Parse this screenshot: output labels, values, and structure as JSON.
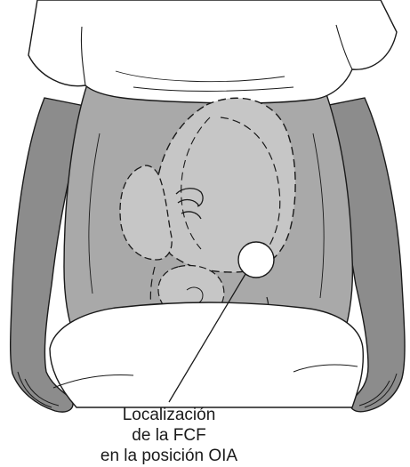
{
  "caption": {
    "line1": "Localización",
    "line2": "de la FCF",
    "line3": "en la posición OIA"
  },
  "colors": {
    "skin": "#8c8c8c",
    "abdomen": "#a9a9a9",
    "fetus": "#c6c6c6",
    "cloth": "#ffffff",
    "outline": "#1a1a1a",
    "auscultation_spot": "#ffffff"
  }
}
